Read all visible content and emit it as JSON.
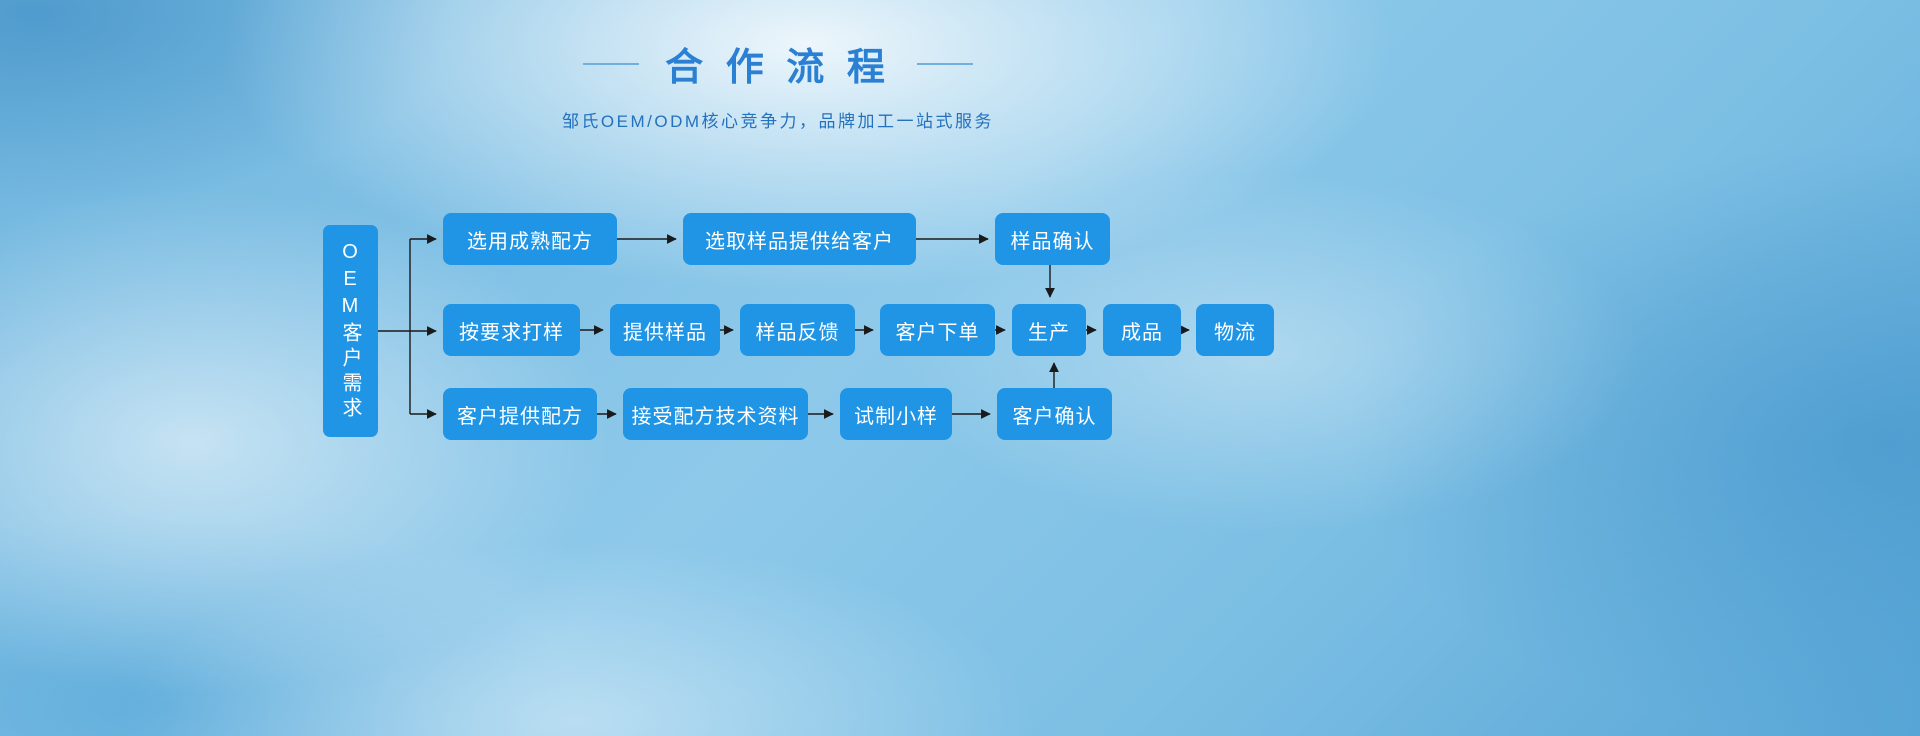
{
  "colors": {
    "box_blue": "#2095e5",
    "title_blue": "#2b80d4",
    "subtitle_blue": "#2471bd",
    "line_blue": "#6fb0de",
    "arrow_black": "#1a1a1a"
  },
  "header": {
    "title": "合 作 流 程",
    "subtitle": "邹氏OEM/ODM核心竞争力，品牌加工一站式服务"
  },
  "flow": {
    "root": "OEM客户需求",
    "row1": [
      "选用成熟配方",
      "选取样品提供给客户",
      "样品确认"
    ],
    "row2": [
      "按要求打样",
      "提供样品",
      "样品反馈",
      "客户下单",
      "生产",
      "成品",
      "物流"
    ],
    "row3": [
      "客户提供配方",
      "接受配方技术资料",
      "试制小样",
      "客户确认"
    ]
  }
}
